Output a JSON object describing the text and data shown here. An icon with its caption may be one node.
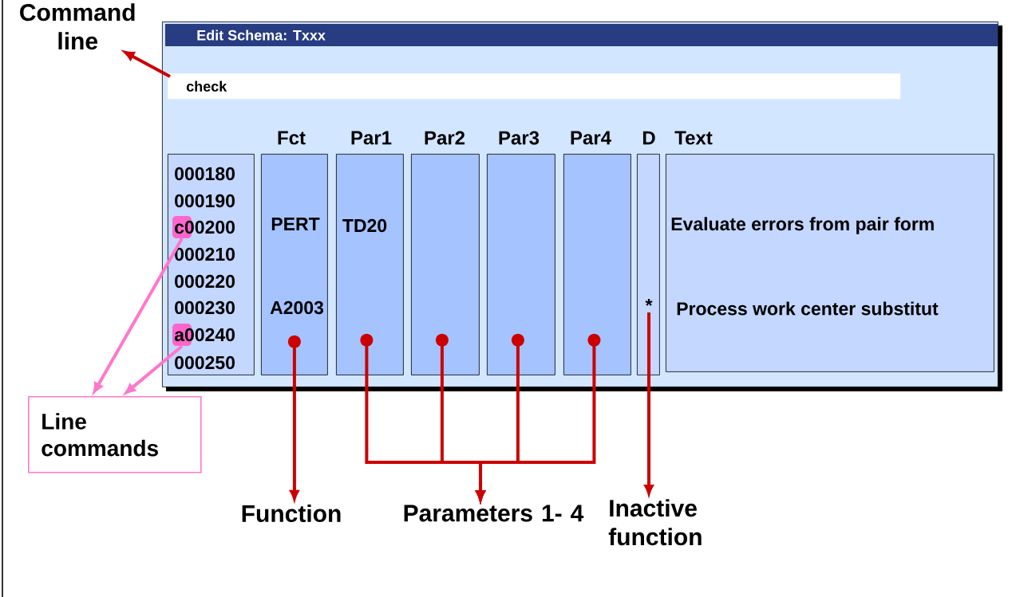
{
  "diagram": {
    "nodes": [
      {
        "text": [
          "Command line"
        ]
      },
      {
        "text": [
          "Edit Schema: Txxx"
        ]
      },
      {
        "text": [
          "check"
        ],
        "in": 1
      },
      {
        "text": [
          "000180",
          "000190",
          "c00200",
          "000210",
          "000220",
          "000230",
          "a00240",
          "000250"
        ],
        "in": 1
      },
      {
        "text": [],
        "shape": "box",
        "in": 3
      },
      {
        "text": [],
        "shape": "box",
        "in": 3
      },
      {
        "text": [
          "Fct",
          "PERT",
          "A2003"
        ],
        "in": 1
      },
      {
        "text": [
          "Par1",
          "TD20"
        ],
        "in": 1
      },
      {
        "text": [
          "Par2"
        ],
        "in": 1
      },
      {
        "text": [
          "Par3"
        ],
        "in": 1
      },
      {
        "text": [
          "Par4"
        ],
        "in": 1
      },
      {
        "text": [
          "D",
          "*"
        ],
        "in": 1
      },
      {
        "text": [
          "Text",
          "Evaluate errors from pair form",
          "Process work center substitut"
        ],
        "in": 1
      },
      {
        "text": [
          "Line commands"
        ]
      },
      {
        "text": [
          "Function"
        ]
      },
      {
        "text": [
          "Parameters 1- 4"
        ]
      },
      {
        "text": [
          "Inactive function"
        ]
      }
    ],
    "edges": [
      {
        "from": 2,
        "to": 0,
        "arrow": "to"
      },
      {
        "from": 4,
        "to": 13,
        "arrow": "to",
        "color": "#ff77cc"
      },
      {
        "from": 5,
        "to": 13,
        "arrow": "to",
        "color": "#ff77cc"
      },
      {
        "from": 6,
        "to": 14,
        "arrow": "to"
      },
      {
        "from": 7,
        "to": 15,
        "arrow": "to"
      },
      {
        "from": 8,
        "to": 15,
        "arrow": "to"
      },
      {
        "from": 9,
        "to": 15,
        "arrow": "to"
      },
      {
        "from": 10,
        "to": 15,
        "arrow": "to"
      },
      {
        "from": 11,
        "to": 16,
        "arrow": "to"
      }
    ]
  }
}
